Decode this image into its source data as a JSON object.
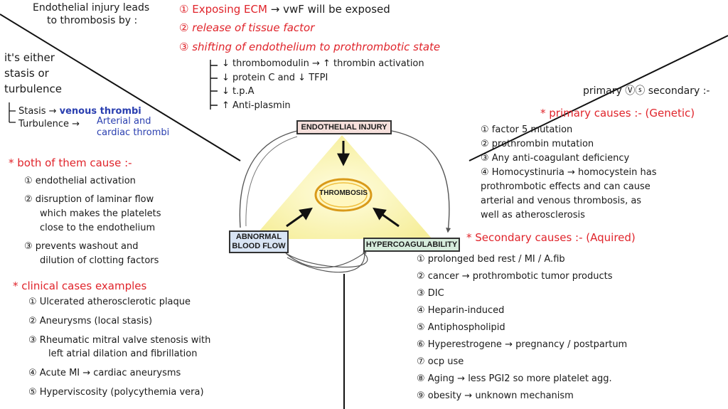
{
  "diagram": {
    "endothelial_injury": "ENDOTHELIAL INJURY",
    "thrombosis": "THROMBOSIS",
    "abnormal_blood_flow": [
      "ABNORMAL",
      "BLOOD FLOW"
    ],
    "hypercoagulability": "HYPERCOAGULABILITY"
  },
  "top": {
    "heading": [
      "Endothelial injury leads",
      "to thrombosis by :"
    ],
    "point1_label": "Exposing ECM",
    "point1_rest": "→ vwF will be exposed",
    "point2": "release of tissue factor",
    "point3": "shifting of endothelium to prothrombotic state",
    "sub": [
      "↓ thrombomodulin → ↑ thrombin activation",
      "↓ protein C and ↓ TFPI",
      "↓ t.p.A",
      "↑ Anti-plasmin"
    ]
  },
  "left": {
    "stasis_intro": [
      "it's either",
      "stasis or",
      "turbulence"
    ],
    "stasis_label": "Stasis →",
    "stasis_result": "venous thrombi",
    "turb_label": "Turbulence →",
    "turb_result": [
      "Arterial and",
      "cardiac thrombi"
    ],
    "both_heading": "* both of them cause :-",
    "both_items": [
      [
        "① endothelial activation"
      ],
      [
        "② disruption of laminar flow",
        "which makes the platelets",
        "close to the endothelium"
      ],
      [
        "③ prevents washout and",
        "dilution of clotting factors"
      ]
    ],
    "clinical_heading": "* clinical cases examples",
    "clinical_items": [
      [
        "① Ulcerated atherosclerotic plaque"
      ],
      [
        "② Aneurysms (local stasis)"
      ],
      [
        "③ Rheumatic mitral valve stenosis with",
        "left atrial dilation and fibrillation"
      ],
      [
        "④ Acute MI → cardiac aneurysms"
      ],
      [
        "⑤ Hyperviscosity (polycythemia vera)"
      ]
    ]
  },
  "right": {
    "vs_title": "primary Ⓥⓢ secondary :-",
    "primary_heading": "* primary causes :- (Genetic)",
    "primary_items": [
      [
        "① factor 5 mutation"
      ],
      [
        "② prothrombin mutation"
      ],
      [
        "③ Any anti-coagulant deficiency"
      ],
      [
        "④ Homocystinuria → homocystein has",
        "prothrombotic effects and can cause",
        "arterial and venous thrombosis, as",
        "well as atherosclerosis"
      ]
    ],
    "secondary_heading": "* Secondary causes :- (Aquired)",
    "secondary_items": [
      "① prolonged bed rest / MI / A.fib",
      "② cancer → prothrombotic tumor products",
      "③ DIC",
      "④ Heparin-induced",
      "⑤ Antiphospholipid",
      "⑥ Hyperestrogene → pregnancy / postpartum",
      "⑦ ocp use",
      "⑧ Aging → less PGI2 so more platelet agg.",
      "⑨ obesity → unknown mechanism"
    ]
  },
  "colors": {
    "red": "#e0242b",
    "blue": "#2a3fb0",
    "ink": "#1a1a1a",
    "triangle": "#fbf6b4"
  }
}
